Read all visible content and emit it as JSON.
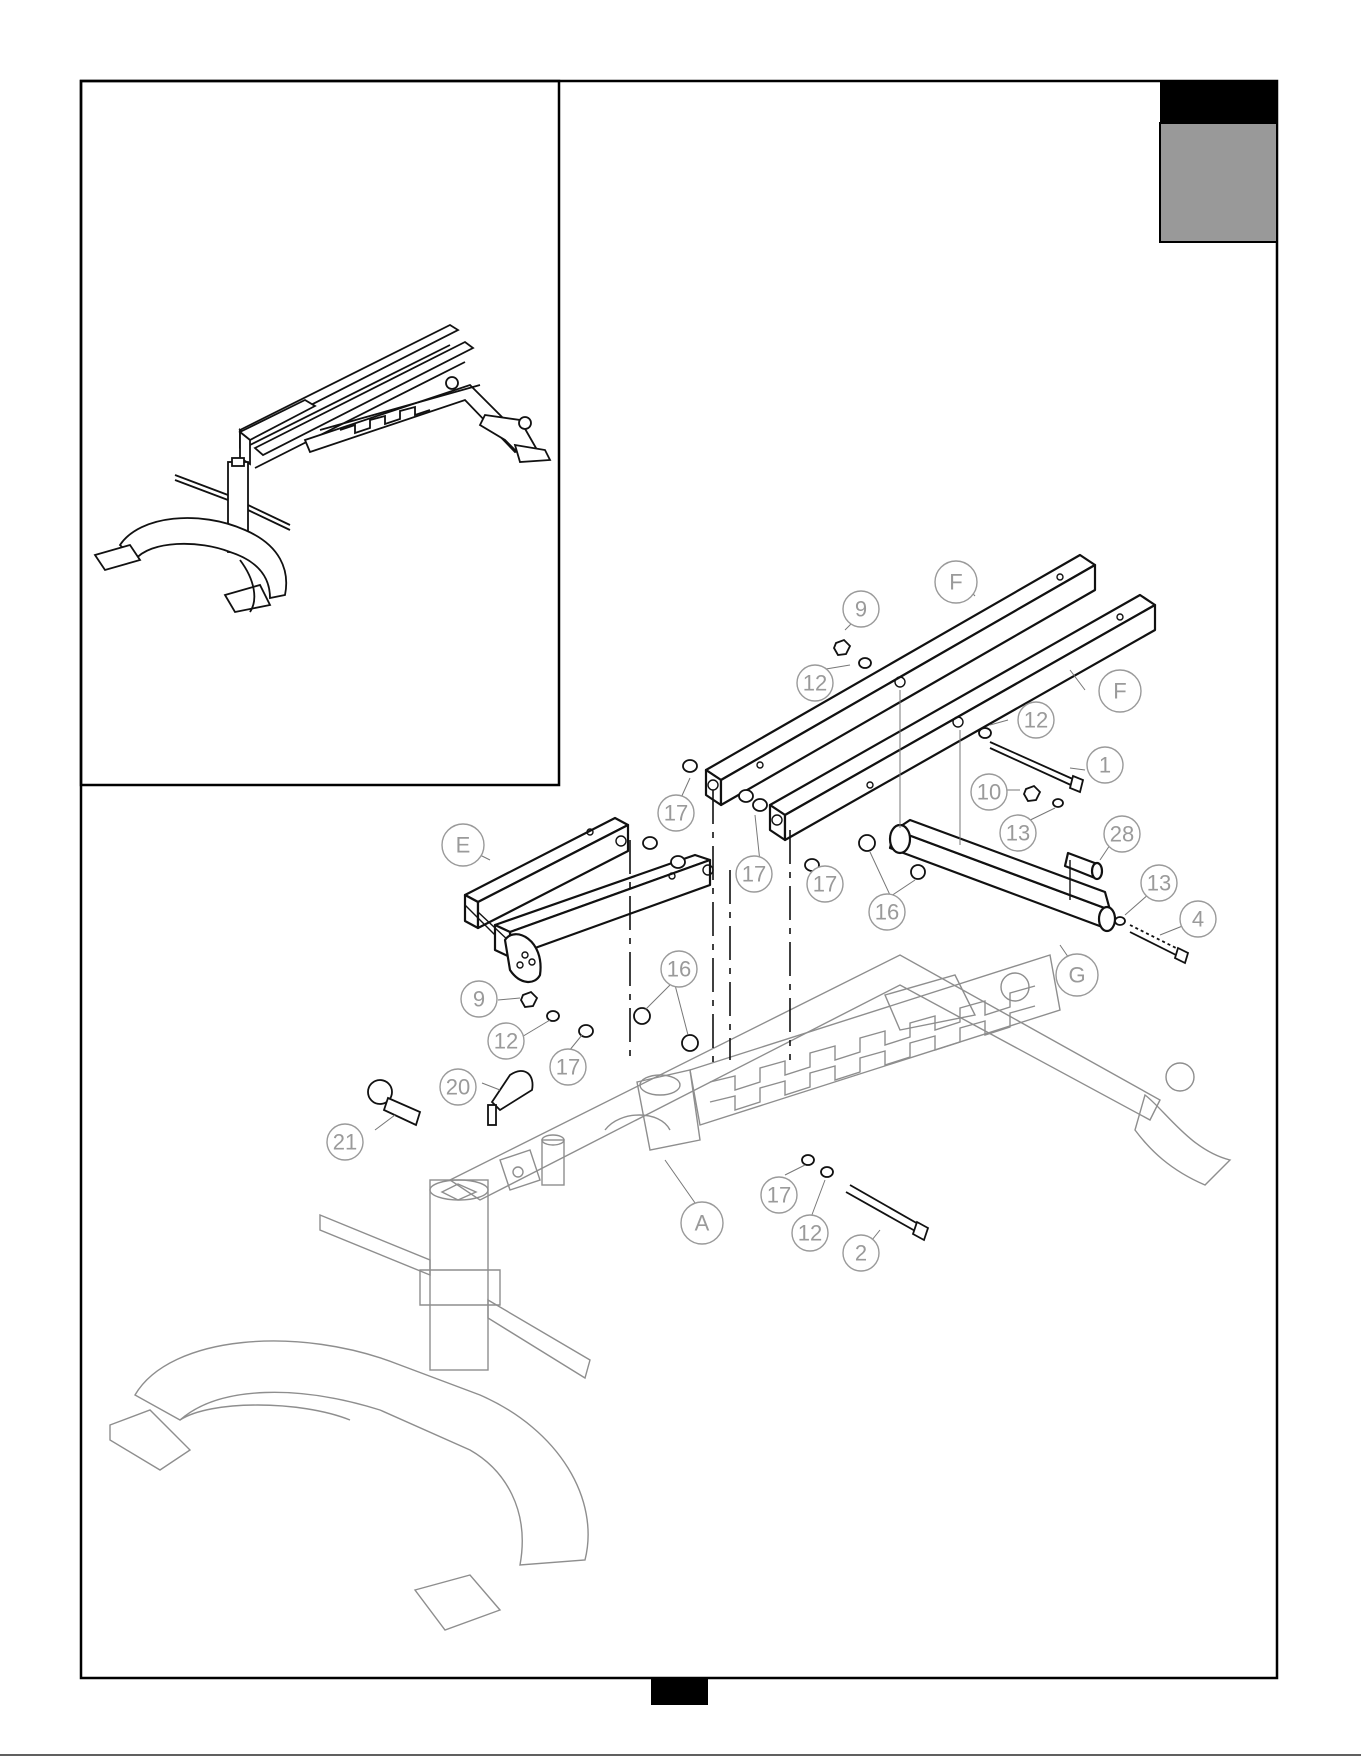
{
  "step_tab": {
    "number": "",
    "color_top": "#000000",
    "color_bottom": "#999999"
  },
  "page_number": "",
  "part_labels": [
    {
      "text": "F"
    },
    {
      "text": "F"
    },
    {
      "text": "E"
    },
    {
      "text": "G"
    },
    {
      "text": "A"
    },
    {
      "text": "9"
    },
    {
      "text": "9"
    },
    {
      "text": "12"
    },
    {
      "text": "12"
    },
    {
      "text": "12"
    },
    {
      "text": "12"
    },
    {
      "text": "1"
    },
    {
      "text": "10"
    },
    {
      "text": "13"
    },
    {
      "text": "13"
    },
    {
      "text": "28"
    },
    {
      "text": "4"
    },
    {
      "text": "17"
    },
    {
      "text": "17"
    },
    {
      "text": "17"
    },
    {
      "text": "17"
    },
    {
      "text": "17"
    },
    {
      "text": "16"
    },
    {
      "text": "16"
    },
    {
      "text": "20"
    },
    {
      "text": "21"
    },
    {
      "text": "2"
    }
  ]
}
